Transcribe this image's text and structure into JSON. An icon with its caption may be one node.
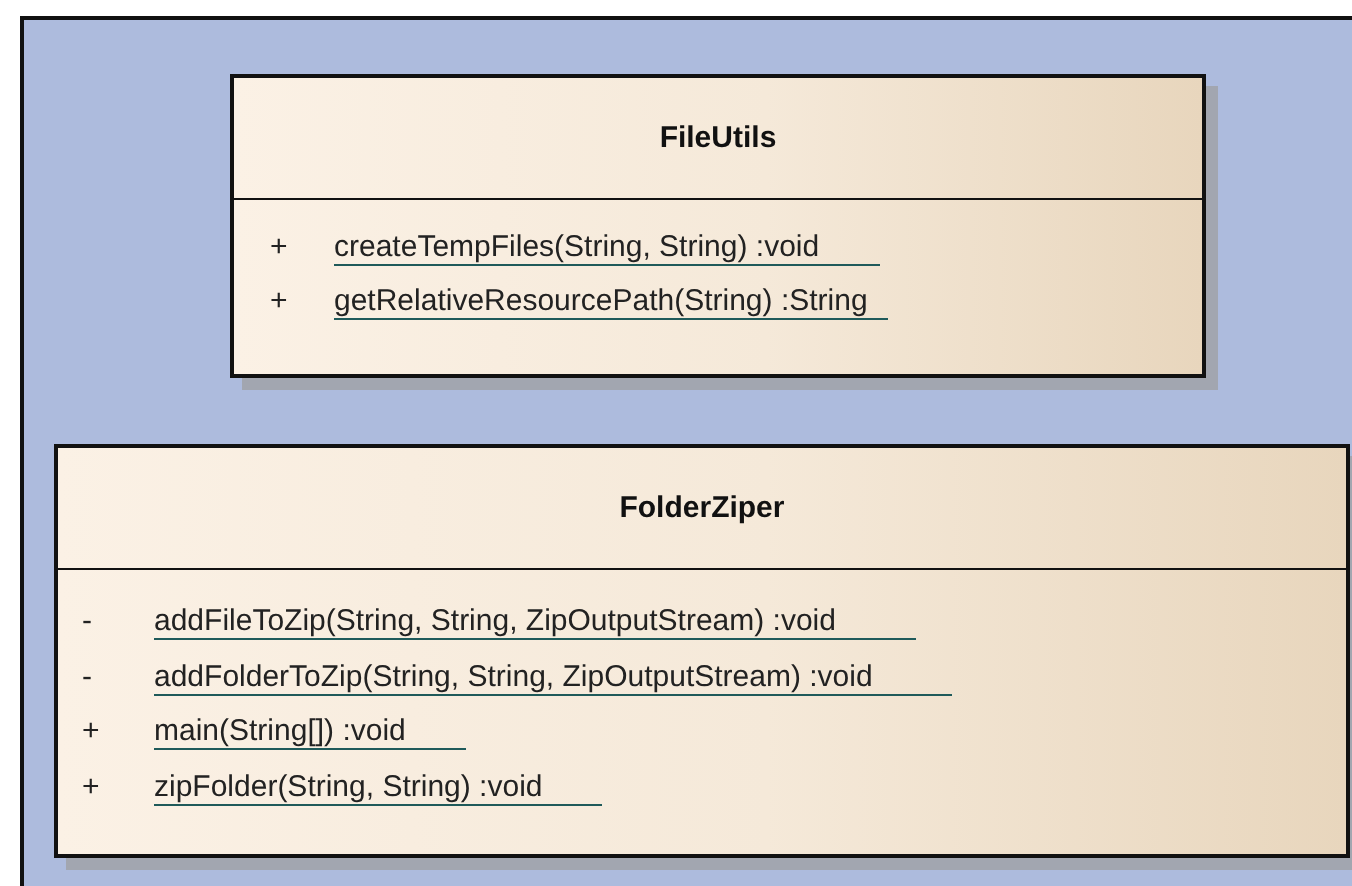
{
  "diagram": {
    "nodes": [
      {
        "text": [
          "FileUtils",
          "+",
          "createTempFiles(String, String) :void",
          "+",
          "getRelativeResourcePath(String) :String"
        ]
      },
      {
        "text": [
          "FolderZiper",
          "-",
          "addFileToZip(String, String, ZipOutputStream) :void",
          "-",
          "addFolderToZip(String, String, ZipOutputStream) :void",
          "+",
          "main(String[]) :void",
          "+",
          "zipFolder(String, String) :void"
        ]
      }
    ]
  }
}
